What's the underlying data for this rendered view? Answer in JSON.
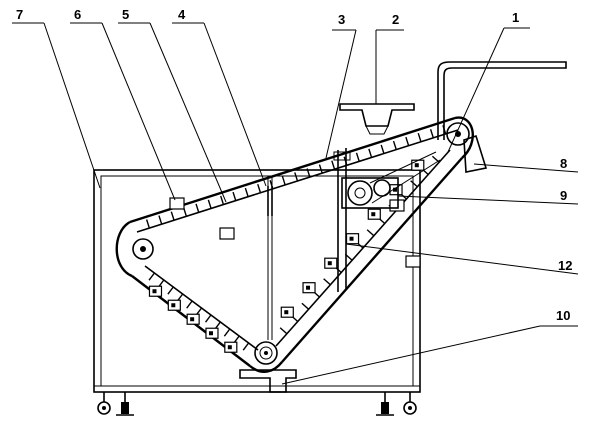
{
  "diagram": {
    "callouts": [
      {
        "id": "c1",
        "text": "1"
      },
      {
        "id": "c2",
        "text": "2"
      },
      {
        "id": "c3",
        "text": "3"
      },
      {
        "id": "c4",
        "text": "4"
      },
      {
        "id": "c5",
        "text": "5"
      },
      {
        "id": "c6",
        "text": "6"
      },
      {
        "id": "c7",
        "text": "7"
      },
      {
        "id": "c8",
        "text": "8"
      },
      {
        "id": "c9",
        "text": "9"
      },
      {
        "id": "c10",
        "text": "10"
      },
      {
        "id": "c12",
        "text": "12"
      }
    ],
    "colors": {
      "ink": "#000000",
      "paper": "#ffffff"
    }
  }
}
